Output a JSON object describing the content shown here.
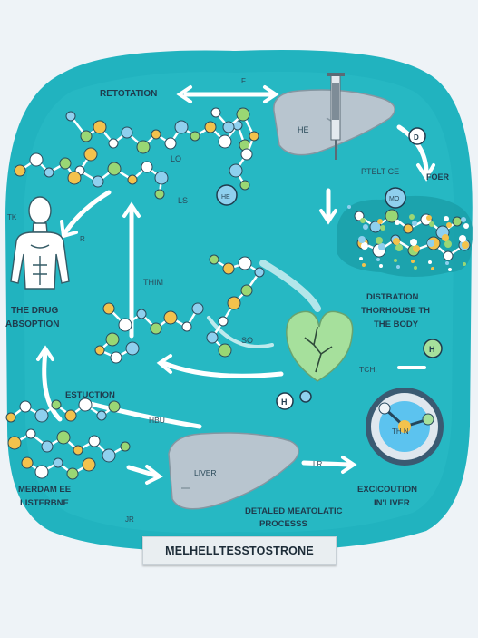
{
  "labels": {
    "rotation": "RETOTATION",
    "small_f": "F",
    "the": "HE",
    "d": "D",
    "for": "FOER",
    "pteltce": "PTELT  CE",
    "lo": "LO",
    "ls": "LS",
    "he": "HE",
    "mo": "MO",
    "tk": "TK",
    "r": "R",
    "thim": "THIM",
    "so": "SO",
    "absorption_1": "THE DRUG",
    "absorption_2": "ABSOPTION",
    "distribution_1": "DISTBATION",
    "distribution_2": "THORHOUSE TH",
    "distribution_3": "THE BODY",
    "estuction": "ESTUCTION",
    "tch": "TCH,",
    "h": "H",
    "h2": "H",
    "thn": "TH  N",
    "hbu": "HBU",
    "liver": "LIVER",
    "lr": "LR.",
    "metabolism_1": "MERDAM EE",
    "metabolism_2": "LISTERBNE",
    "detailed_1": "DETALED MEATOLATIC",
    "detailed_2": "PROCESSS",
    "excretion_1": "EXCICOUTION",
    "excretion_2": "IN'LIVER",
    "jr": "JR"
  },
  "caption": "MELHELLTESSTOSTRONE",
  "colors": {
    "background": "#eef3f7",
    "teal": "#21b3bf",
    "teal_light": "#52c9d2",
    "liver": "#b8c5cf",
    "heart": "#a6e09c",
    "atom_blue": "#8fd0ee",
    "atom_green": "#9ad774",
    "atom_yellow": "#f3c24c",
    "bond": "#ffffff"
  },
  "icons": [
    "human-body-icon",
    "liver-icon",
    "heart-icon",
    "molecule-icon",
    "clock-dial-icon",
    "syringe-icon",
    "arrow-icon"
  ]
}
